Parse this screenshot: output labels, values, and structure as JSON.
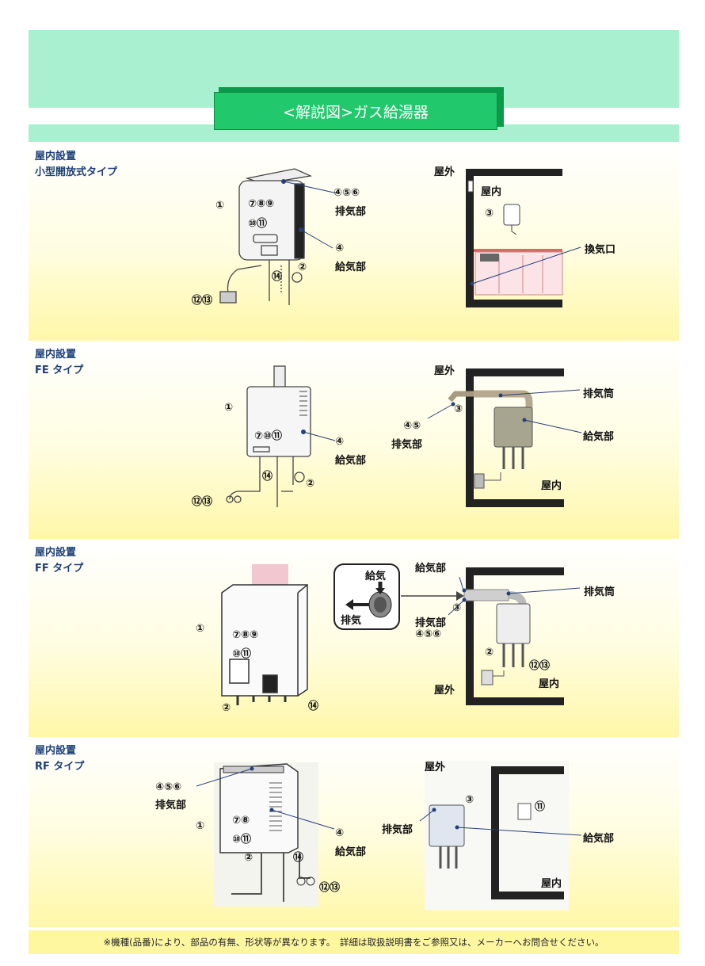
{
  "title": "<解説図>ガス給湯器",
  "sections": [
    {
      "label": "屋内設置\n小型開放式タイプ",
      "left_labels": {
        "n1": "①",
        "n2": "⑦⑧⑨",
        "n3": "⑩⑪",
        "n4": "④⑤⑥",
        "n5": "排気部",
        "n6": "④",
        "n7": "給気部",
        "n8": "⑭",
        "n9": "②",
        "n10": "⑫⑬"
      },
      "right_labels": {
        "r1": "屋外",
        "r2": "屋内",
        "r3": "③",
        "r4": "換気口"
      }
    },
    {
      "label": "屋内設置\nFE タイプ",
      "left_labels": {
        "n1": "①",
        "n2": "⑦⑩⑪",
        "n3": "④",
        "n4": "給気部",
        "n5": "⑭",
        "n6": "②",
        "n7": "⑫⑬"
      },
      "right_labels": {
        "r1": "屋外",
        "r2": "排気筒",
        "r3": "④⑤",
        "r4": "③",
        "r5": "排気部",
        "r6": "給気部",
        "r7": "屋内"
      }
    },
    {
      "label": "屋内設置\nFF タイプ",
      "left_labels": {
        "n1": "①",
        "n2": "⑦⑧⑨",
        "n3": "⑩⑪",
        "n4": "②",
        "n5": "⑭"
      },
      "inset_labels": {
        "i1": "給気",
        "i2": "排気"
      },
      "right_labels": {
        "r1": "給気部",
        "r2": "排気筒",
        "r3": "③",
        "r4": "排気部",
        "r5": "④⑤⑥",
        "r6": "②",
        "r7": "⑫⑬",
        "r8": "屋外",
        "r9": "屋内"
      }
    },
    {
      "label": "屋内設置\nRF タイプ",
      "left_labels": {
        "n1": "④⑤⑥",
        "n2": "排気部",
        "n3": "①",
        "n4": "⑦⑧",
        "n5": "⑩⑪",
        "n6": "④",
        "n7": "給気部",
        "n8": "②",
        "n9": "⑭",
        "n10": "⑫⑬"
      },
      "right_labels": {
        "r1": "屋外",
        "r2": "③",
        "r3": "排気部",
        "r4": "⑪",
        "r5": "給気部",
        "r6": "屋内"
      }
    }
  ],
  "footer": "※機種(品番)により、部品の有無、形状等が異なります。　詳細は取扱説明書をご参照又は、メーカーへお問合せください。",
  "colors": {
    "band": "#a8f0cf",
    "title_bg": "#22c96c",
    "section_label": "#1d3f79",
    "band_yellow": "#fff7a8"
  }
}
